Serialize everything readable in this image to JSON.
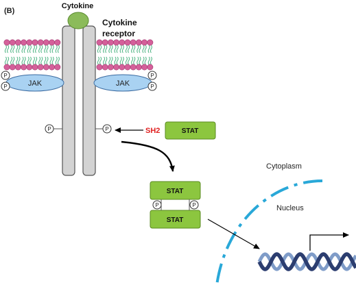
{
  "panel_label": "(B)",
  "labels": {
    "cytokine": "Cytokine",
    "receptor_line1": "Cytokine",
    "receptor_line2": "receptor",
    "cytoplasm": "Cytoplasm",
    "nucleus": "Nucleus",
    "sh2": "SH2"
  },
  "jak_left": "JAK",
  "jak_right": "JAK",
  "stat_free": "STAT",
  "stat_dimer_top": "STAT",
  "stat_dimer_bottom": "STAT",
  "phospho": "P",
  "colors": {
    "membrane_head": "#d4609a",
    "membrane_tail": "#58b88a",
    "jak_fill": "#a9d2f2",
    "receptor_fill": "#d3d3d3",
    "cytokine_fill": "#8bbb5a",
    "stat_fill": "#8cc63f",
    "sh2_text": "#e02020",
    "nuclear_envelope": "#29a8d8",
    "dna_dark": "#2c3e70",
    "dna_light": "#7f9cc8"
  }
}
